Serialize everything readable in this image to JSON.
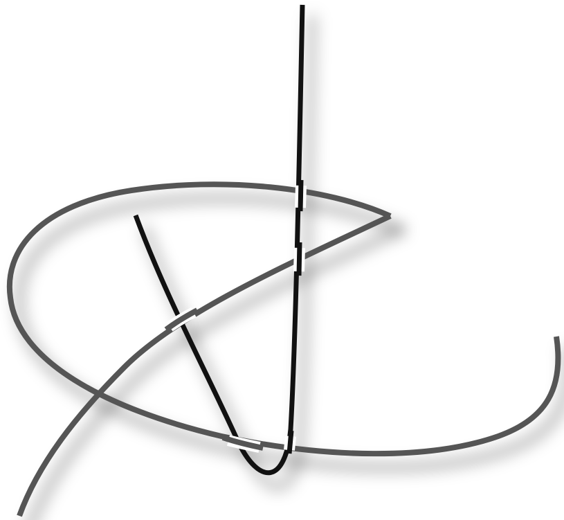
{
  "figure": {
    "description_type": "knot-diagram",
    "strands": [
      {
        "id": "gray",
        "color": "#555555"
      },
      {
        "id": "black",
        "color": "#111111"
      }
    ],
    "shadow_color": "#b0b0b0",
    "background": "#ffffff"
  }
}
